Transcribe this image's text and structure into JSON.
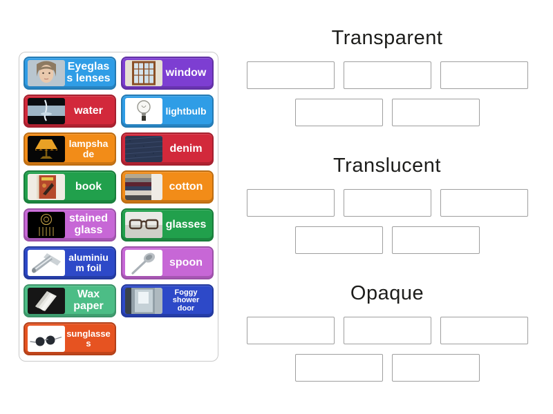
{
  "tiles": [
    {
      "label": "Eyeglass lenses",
      "color": "#2f9de6",
      "image": "eyeglass-lenses-photo"
    },
    {
      "label": "window",
      "color": "#7d3ed2",
      "image": "window-photo"
    },
    {
      "label": "water",
      "color": "#d2293b",
      "image": "water-photo"
    },
    {
      "label": "lightbulb",
      "color": "#2f9de6",
      "image": "lightbulb-photo"
    },
    {
      "label": "lampshade",
      "color": "#f28c18",
      "image": "lampshade-photo"
    },
    {
      "label": "denim",
      "color": "#d2293b",
      "image": "denim-photo"
    },
    {
      "label": "book",
      "color": "#21a04c",
      "image": "book-photo"
    },
    {
      "label": "cotton",
      "color": "#f28c18",
      "image": "cotton-photo"
    },
    {
      "label": "stained glass",
      "color": "#c767d6",
      "image": "stained-glass-photo"
    },
    {
      "label": "glasses",
      "color": "#21a04c",
      "image": "glasses-photo"
    },
    {
      "label": "aluminium foil",
      "color": "#2d49c8",
      "image": "aluminium-foil-photo"
    },
    {
      "label": "spoon",
      "color": "#c767d6",
      "image": "spoon-photo"
    },
    {
      "label": "Wax paper",
      "color": "#4cbd86",
      "image": "wax-paper-photo"
    },
    {
      "label": "Foggy shower door",
      "color": "#2d49c8",
      "image": "shower-door-photo"
    },
    {
      "label": "sunglasses",
      "color": "#e65321",
      "image": "sunglasses-photo"
    }
  ],
  "groups": [
    {
      "title": "Transparent",
      "empty_slots": 5,
      "slot_rows": [
        3,
        2
      ]
    },
    {
      "title": "Translucent",
      "empty_slots": 5,
      "slot_rows": [
        3,
        2
      ]
    },
    {
      "title": "Opaque",
      "empty_slots": 5,
      "slot_rows": [
        3,
        2
      ]
    }
  ],
  "palette": {
    "page_background": "#ffffff",
    "panel_border": "#c9c9c9",
    "slot_border": "#9e9e9e",
    "group_title_color": "#1d1d1b",
    "tile_text_color": "#ffffff"
  }
}
